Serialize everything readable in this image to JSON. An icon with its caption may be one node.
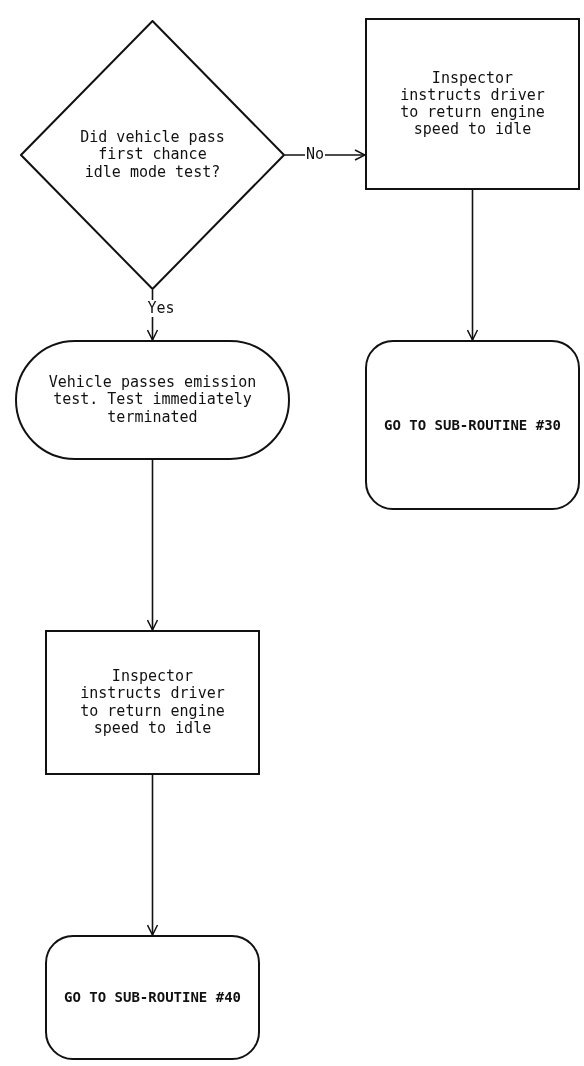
{
  "diagram": {
    "nodes": [
      {
        "text": [
          "Did vehicle pass first chance idle mode test?"
        ]
      },
      {
        "text": [
          "Inspector instructs driver to return engine speed to idle"
        ]
      },
      {
        "text": [
          "GO TO SUB-ROUTINE #30"
        ]
      },
      {
        "text": [
          "Vehicle passes emission test. Test immediately terminated"
        ]
      },
      {
        "text": [
          "Inspector instructs driver to return engine speed to idle"
        ]
      },
      {
        "text": [
          "GO TO SUB-ROUTINE #40"
        ]
      }
    ],
    "edges": [
      {
        "from": 0,
        "to": 1,
        "arrow": "to",
        "label": "No"
      },
      {
        "from": 1,
        "to": 2,
        "arrow": "to"
      },
      {
        "from": 0,
        "to": 3,
        "arrow": "to",
        "label": "Yes"
      },
      {
        "from": 3,
        "to": 4,
        "arrow": "to"
      },
      {
        "from": 4,
        "to": 5,
        "arrow": "to"
      }
    ]
  }
}
